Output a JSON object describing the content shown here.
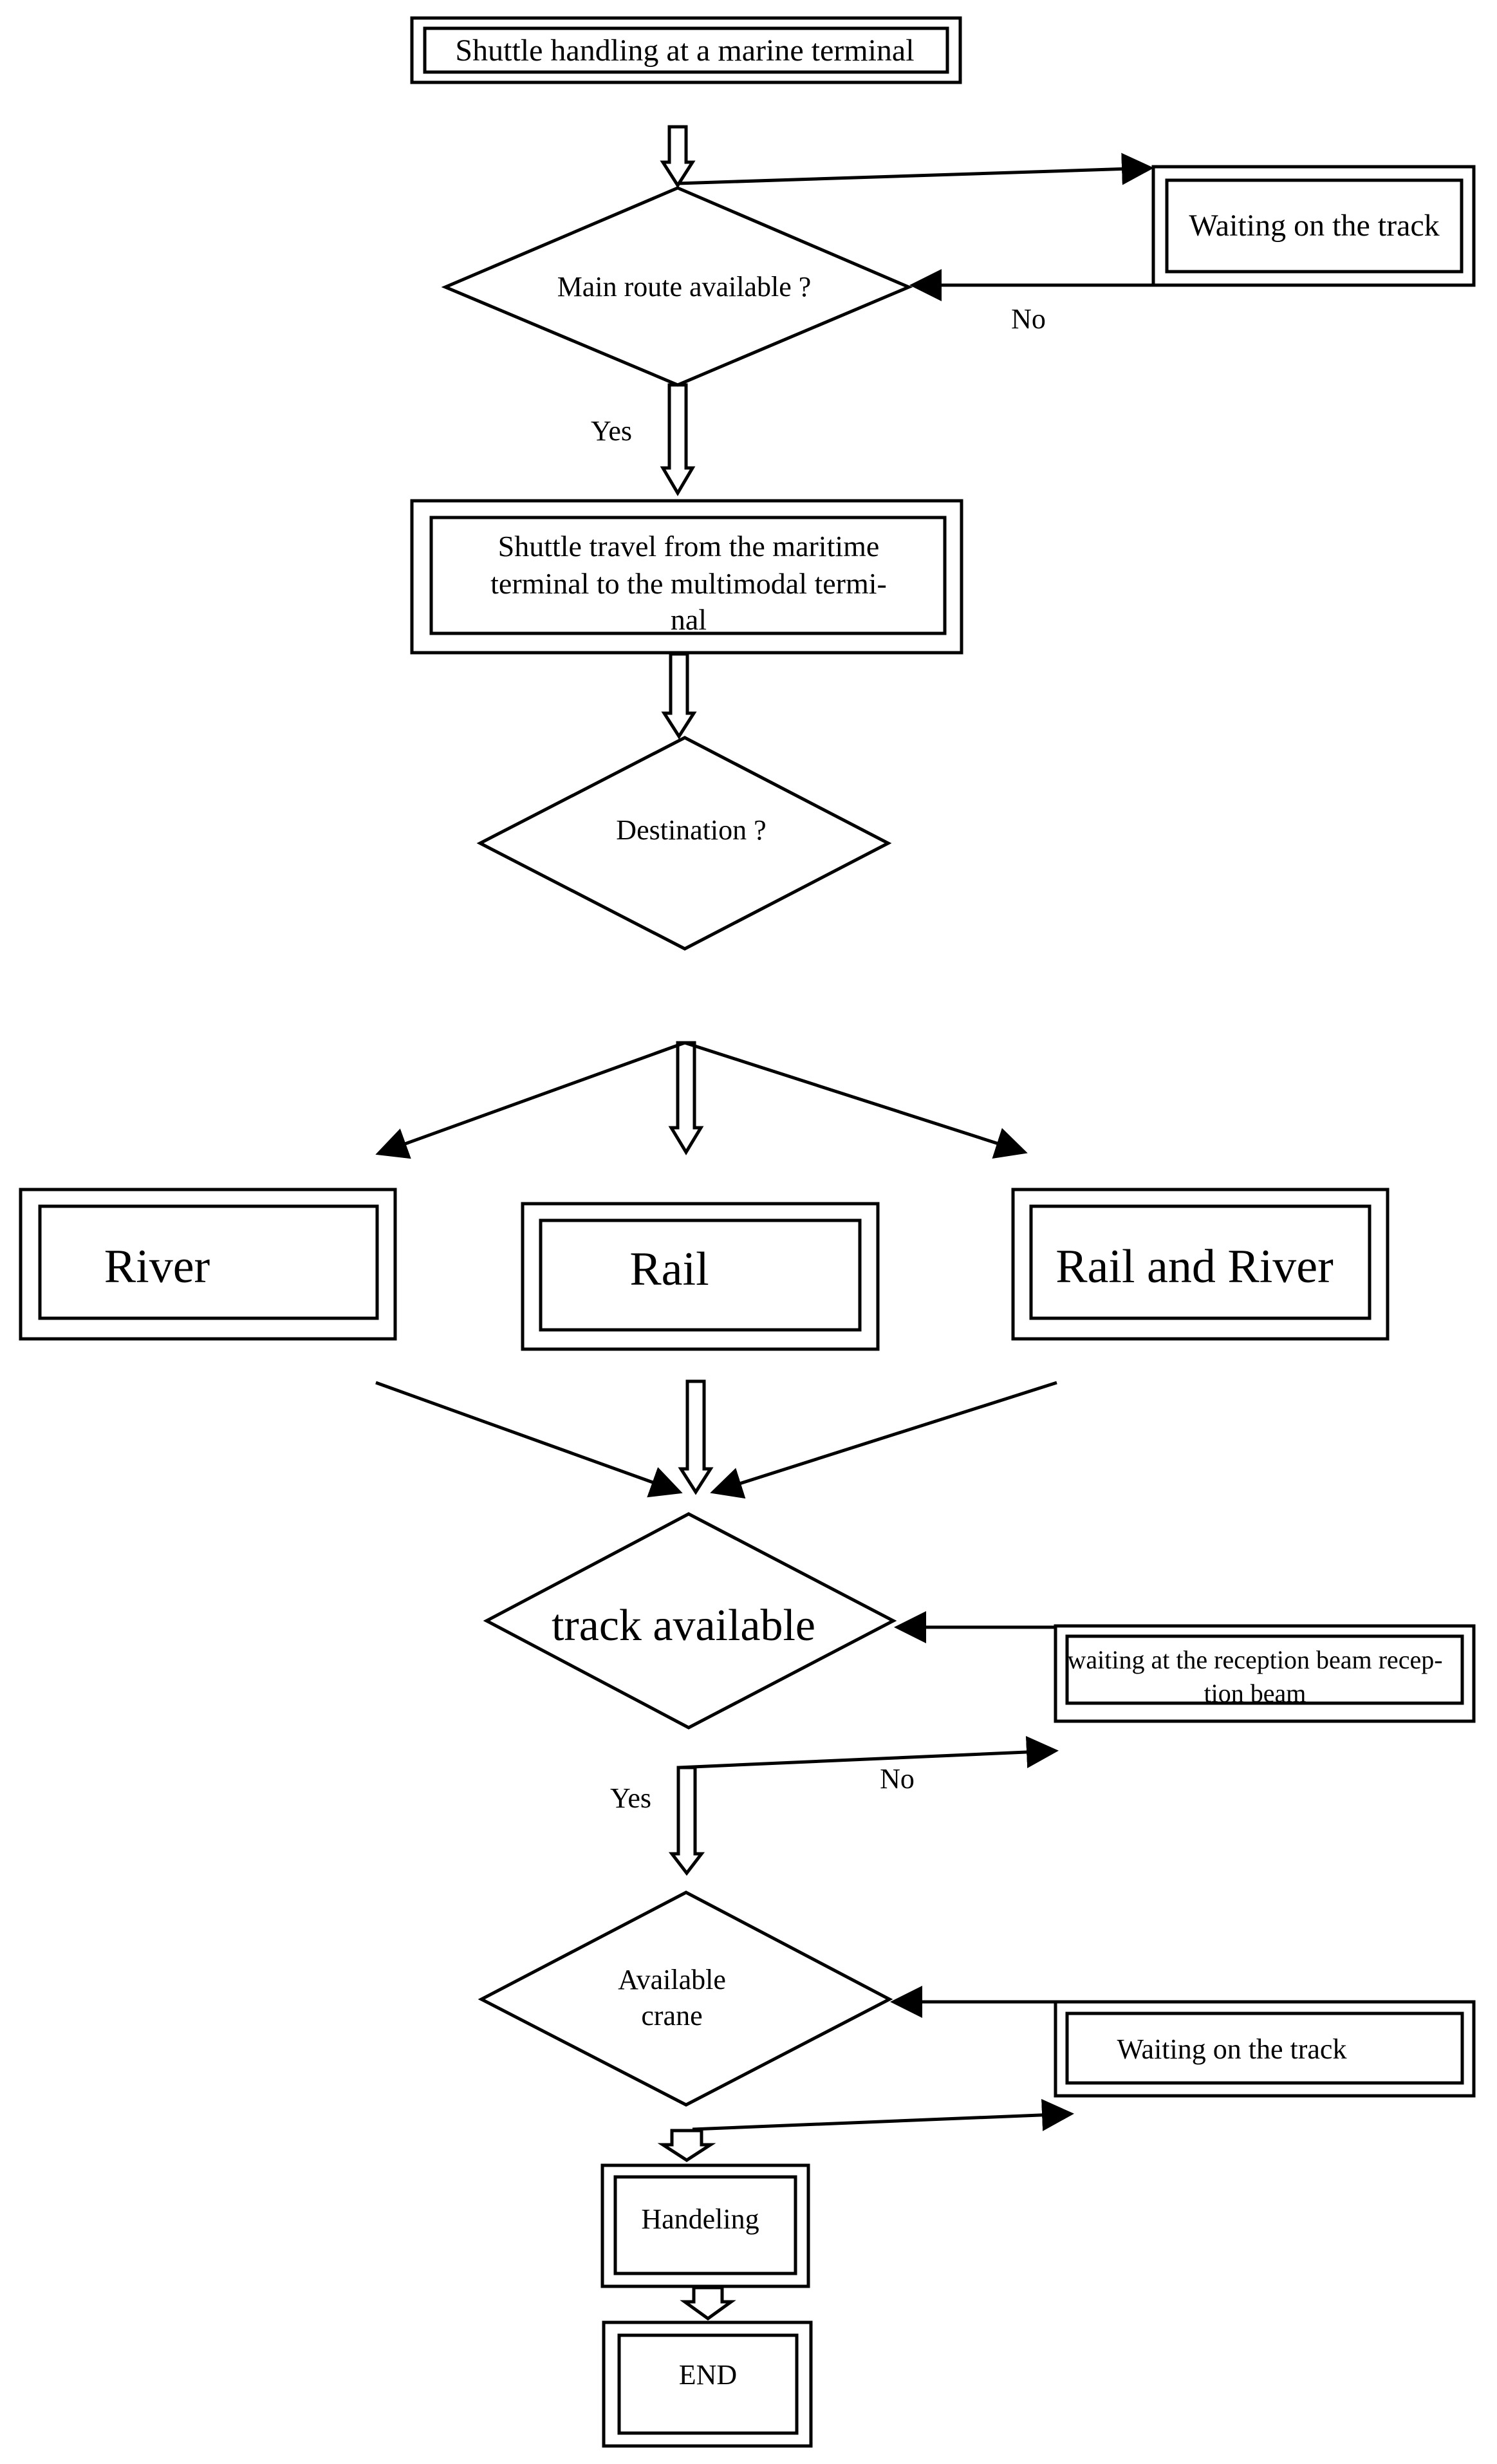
{
  "diagram": {
    "nodes": {
      "start": "Shuttle handling at a marine terminal",
      "wait_track_1": "Waiting on the track",
      "main_route": "Main route available ?",
      "shuttle_travel": [
        "Shuttle travel from the maritime",
        "terminal to the multimodal termi-",
        "nal"
      ],
      "destination": "Destination ?",
      "river": "River",
      "rail": "Rail",
      "rail_and_river": "Rail and River",
      "track_available": "track available",
      "waiting_reception": [
        "waiting at the reception beam recep-",
        "tion beam"
      ],
      "available_crane": [
        "Available",
        "crane"
      ],
      "wait_track_2": "Waiting on the track",
      "handling": "Handeling",
      "end": "END"
    },
    "edge_labels": {
      "no_1": "No",
      "yes_1": "Yes",
      "yes_2": "Yes",
      "no_2": "No"
    }
  }
}
